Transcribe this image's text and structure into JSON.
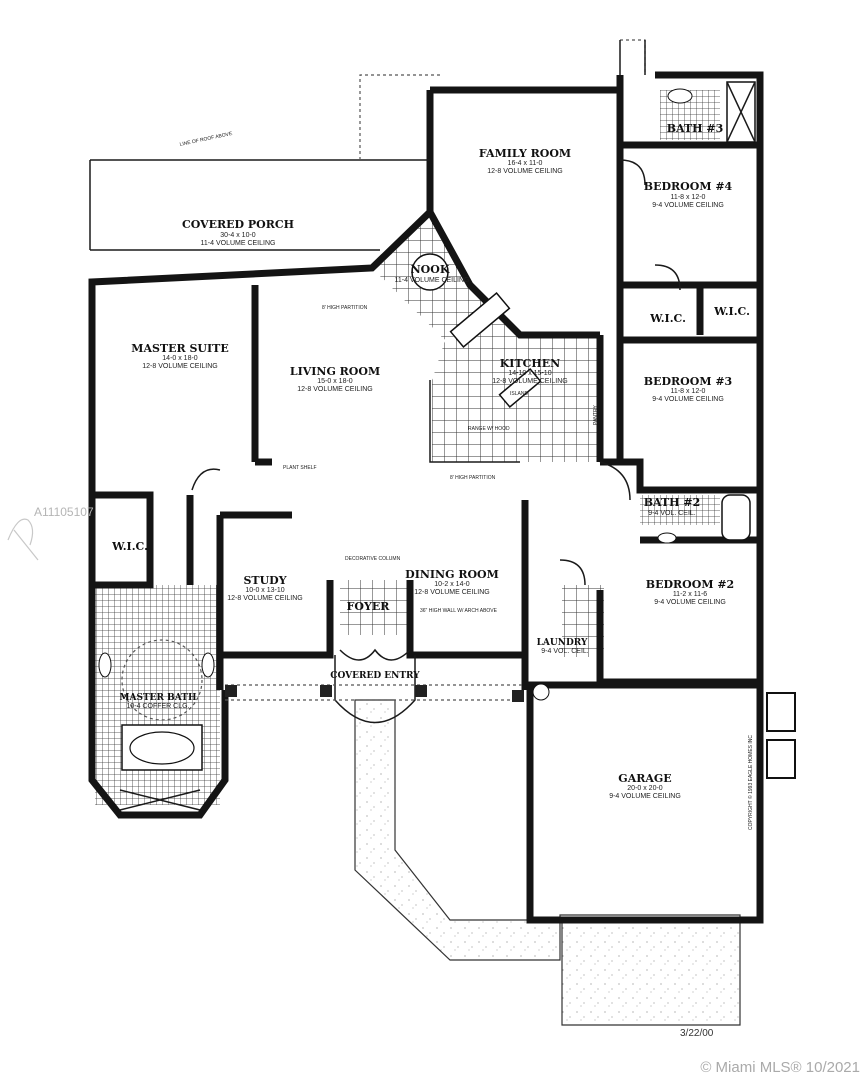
{
  "rooms": {
    "porch": {
      "name": "COVERED PORCH",
      "dims": "30-4 x 10-0",
      "ceiling": "11-4 VOLUME CEILING"
    },
    "family": {
      "name": "FAMILY ROOM",
      "dims": "16-4 x 11-0",
      "ceiling": "12-8 VOLUME CEILING"
    },
    "bath3": {
      "name": "BATH #3"
    },
    "bed4": {
      "name": "BEDROOM #4",
      "dims": "11-8 x 12-0",
      "ceiling": "9-4 VOLUME CEILING"
    },
    "nook": {
      "name": "NOOK",
      "ceiling": "11-4 VOLUME CEILING"
    },
    "master": {
      "name": "MASTER SUITE",
      "dims": "14-0 x 18-0",
      "ceiling": "12-8 VOLUME CEILING"
    },
    "living": {
      "name": "LIVING ROOM",
      "dims": "15-0 x 18-0",
      "ceiling": "12-8 VOLUME CEILING"
    },
    "kitchen": {
      "name": "KITCHEN",
      "dims": "14-10 x 15-10",
      "ceiling": "12-8 VOLUME CEILING"
    },
    "wic1": {
      "name": "W.I.C."
    },
    "wic2": {
      "name": "W.I.C."
    },
    "bed3": {
      "name": "BEDROOM #3",
      "dims": "11-8 x 12-0",
      "ceiling": "9-4 VOLUME CEILING"
    },
    "wicm": {
      "name": "W.I.C."
    },
    "study": {
      "name": "STUDY",
      "dims": "10-0 x 13-10",
      "ceiling": "12-8 VOLUME CEILING"
    },
    "dining": {
      "name": "DINING ROOM",
      "dims": "10-2 x 14-0",
      "ceiling": "12-8 VOLUME CEILING"
    },
    "foyer": {
      "name": "FOYER"
    },
    "entry": {
      "name": "COVERED ENTRY"
    },
    "bath2": {
      "name": "BATH #2",
      "ceiling": "9-4 VOL. CEIL."
    },
    "bed2": {
      "name": "BEDROOM #2",
      "dims": "11-2 x 11-6",
      "ceiling": "9-4 VOLUME CEILING"
    },
    "laundry": {
      "name": "LAUNDRY",
      "ceiling": "9-4 VOL. CEIL."
    },
    "mbath": {
      "name": "MASTER BATH",
      "ceiling": "10-4 COFFER CLG."
    },
    "garage": {
      "name": "GARAGE",
      "dims": "20-0 x 20-0",
      "ceiling": "9-4 VOLUME CEILING"
    }
  },
  "notes": {
    "roof_line": "LINE OF ROOF ABOVE",
    "partition1": "8' HIGH PARTITION",
    "partition2": "8' HIGH PARTITION",
    "plant_shelf": "PLANT SHELF",
    "column": "DECORATIVE COLUMN",
    "wall_arch": "36\" HIGH WALL W/ ARCH ABOVE",
    "range": "RANGE W/ HOOD",
    "pantry": "PANTRY",
    "island": "ISLAND",
    "copyright": "COPYRIGHT © 1993 EAGLE HOMES INC"
  },
  "date": "3/22/00",
  "watermark_id": "A11105107",
  "footer": "© Miami MLS® 10/2021"
}
